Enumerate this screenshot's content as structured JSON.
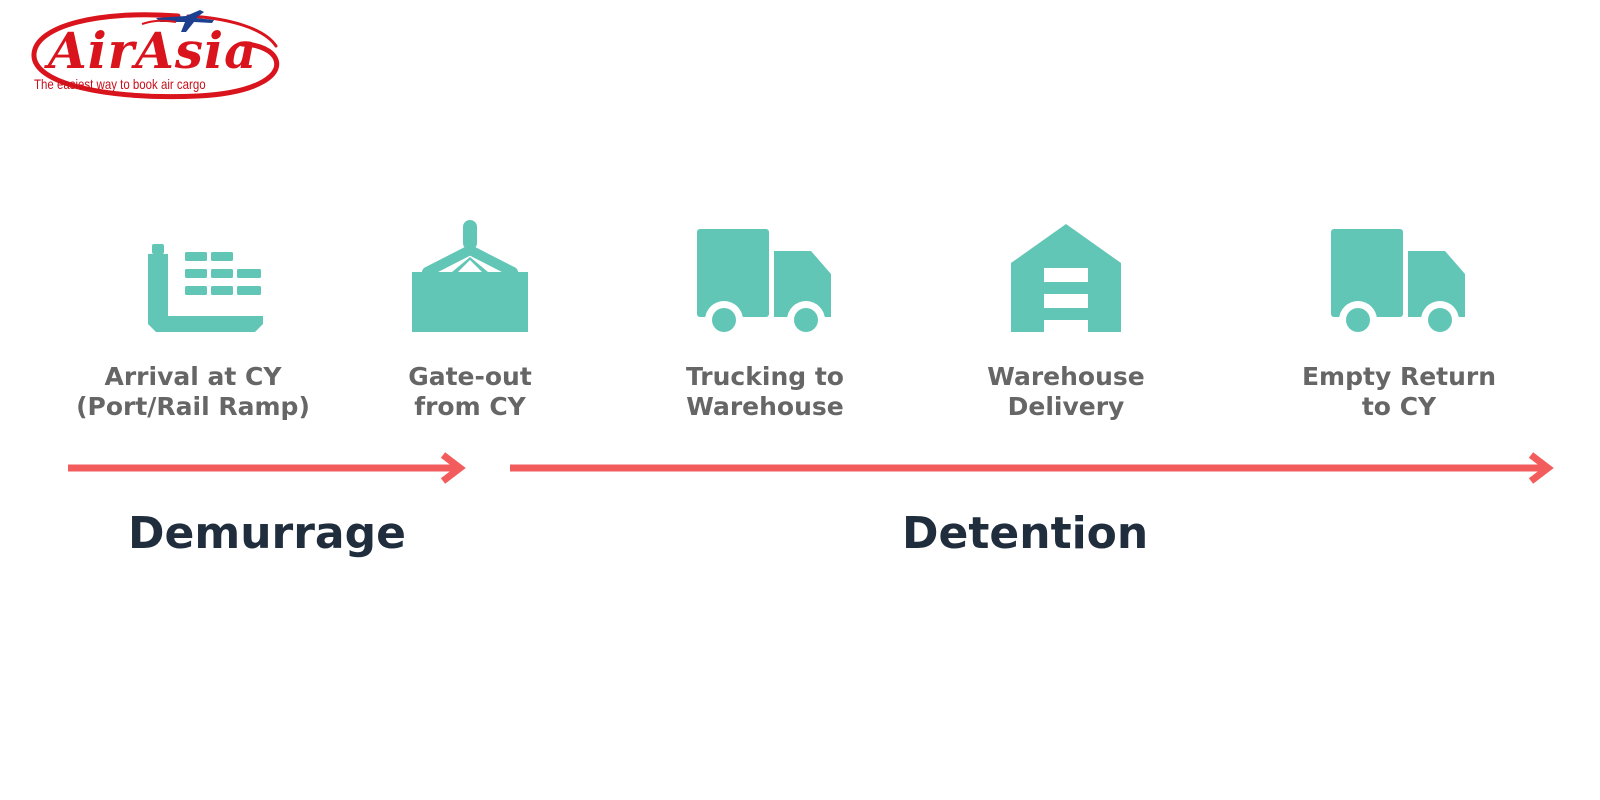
{
  "logo": {
    "brand": "AirAsia",
    "tagline": "The easiest way to book air cargo"
  },
  "steps": [
    {
      "label": "Arrival at CY\n(Port/Rail Ramp)",
      "icon": "container-ship-icon"
    },
    {
      "label": "Gate-out\nfrom CY",
      "icon": "lifted-container-icon"
    },
    {
      "label": "Trucking to\nWarehouse",
      "icon": "truck-icon"
    },
    {
      "label": "Warehouse\nDelivery",
      "icon": "warehouse-icon"
    },
    {
      "label": "Empty Return\nto CY",
      "icon": "truck-icon"
    }
  ],
  "phases": {
    "demurrage": "Demurrage",
    "detention": "Detention"
  },
  "colors": {
    "icon": "#62c6b6",
    "arrow": "#f25c5c",
    "label": "#666666",
    "phase": "#1f2d3d",
    "brand": "#d9141c"
  }
}
